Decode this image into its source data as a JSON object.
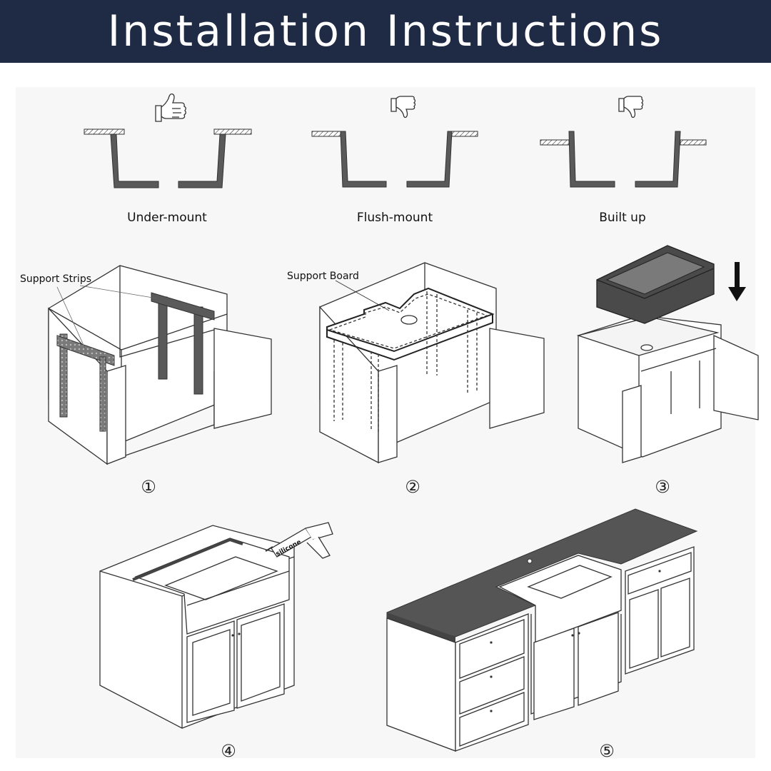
{
  "header": {
    "title": "Installation Instructions"
  },
  "colors": {
    "header_bg": "#1f2a44",
    "header_text": "#ffffff",
    "profile": "#555555",
    "countertop": "#555555",
    "sink": "#4a4a4a"
  },
  "mount_types": [
    {
      "label": "Under-mount",
      "icon": "thumbs-up-icon"
    },
    {
      "label": "Flush-mount",
      "icon": "thumbs-down-icon"
    },
    {
      "label": "Built up",
      "icon": "thumbs-down-icon"
    }
  ],
  "callouts": {
    "support_strips": "Support Strips",
    "support_board": "Support Board",
    "silicone": "silicone"
  },
  "steps": [
    "①",
    "②",
    "③",
    "④",
    "⑤"
  ]
}
